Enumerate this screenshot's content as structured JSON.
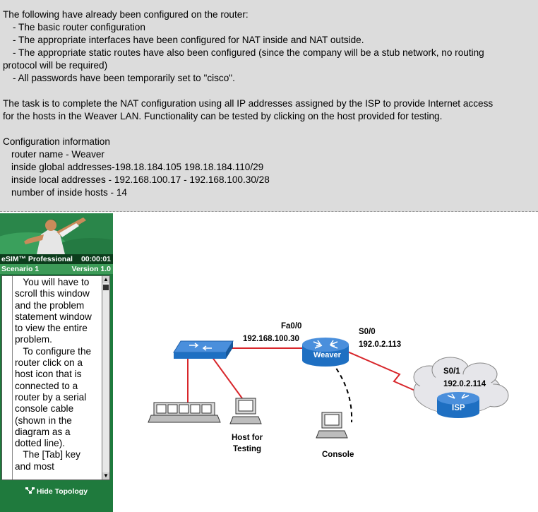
{
  "problem": {
    "intro": "The following have already been configured on the router:",
    "items": [
      "- The basic router configuration",
      "- The appropriate interfaces have been configured for NAT inside and NAT outside.",
      "- The appropriate static routes have also been configured (since the company will be a stub network, no routing",
      "protocol will be required)",
      "- All passwords have been temporarily set to \"cisco\"."
    ],
    "task_line1": "The task is to complete the NAT configuration using all IP addresses assigned by the ISP to provide Internet access",
    "task_line2": "for the hosts in the Weaver LAN.  Functionality can be tested by clicking on the host provided for testing.",
    "config_title": "Configuration information",
    "config_items": [
      "router name - Weaver",
      "inside global addresses-198.18.184.105 198.18.184.110/29",
      "inside local addresses - 192.168.100.17  - 192.168.100.30/28",
      "number of inside hosts - 14"
    ]
  },
  "sim": {
    "product": "eSIM™ Professional",
    "timer": "00:00:01",
    "scenario": "Scenario 1",
    "version": "Version 1.0",
    "instructions": "   You will have to\nscroll this window\nand the problem\nstatement window\nto view the entire\nproblem.\n   To configure the\nrouter click on a\nhost icon that is\nconnected to a\nrouter by a serial\nconsole cable\n(shown in the\ndiagram as a\ndotted line).\n   The [Tab] key\nand most",
    "hide_topology": "Hide Topology"
  },
  "topology": {
    "router_name": "Weaver",
    "fa_if": "Fa0/0",
    "fa_ip": "192.168.100.30",
    "s00_if": "S0/0",
    "s00_ip": "192.0.2.113",
    "s01_if": "S0/1",
    "s01_ip": "192.0.2.114",
    "isp_label": "ISP",
    "host_testing_line1": "Host for",
    "host_testing_line2": "Testing",
    "console_label": "Console"
  },
  "colors": {
    "green_panel": "#1f7a3d",
    "link_red": "#d8262b",
    "device_blue": "#1e6fc2"
  }
}
